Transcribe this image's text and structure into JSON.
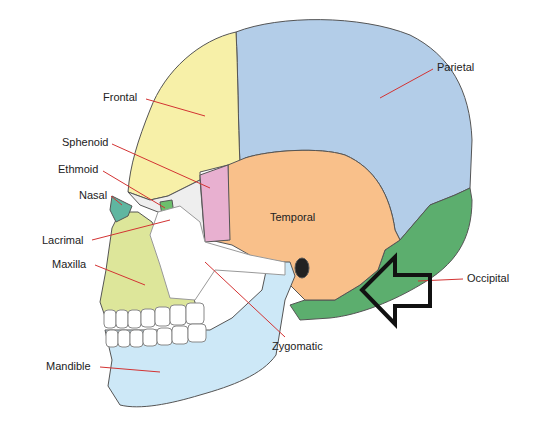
{
  "diagram": {
    "labels": [
      "Parietal",
      "Frontal",
      "Sphenoid",
      "Ethmoid",
      "Nasal",
      "Temporal",
      "Lacrimal",
      "Maxilla",
      "Occipital",
      "Zygomatic",
      "Mandible"
    ]
  }
}
